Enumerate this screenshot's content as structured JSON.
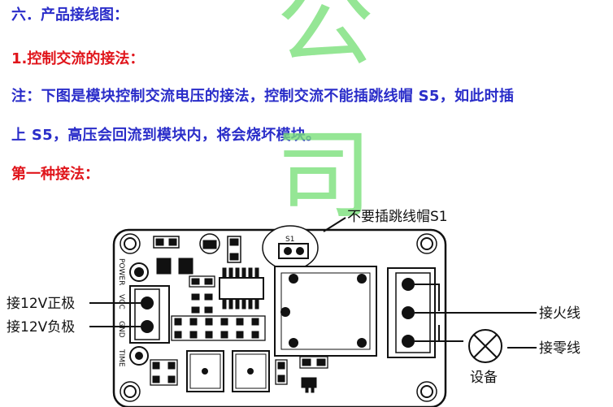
{
  "text": {
    "heading6": "六．产品接线图：",
    "subheading": "1.控制交流的接法：",
    "note_line1": "注：下图是模块控制交流电压的接法，控制交流不能插跳线帽 S5，如此时插",
    "note_line2": "上 S5，高压会回流到模块内，将会烧坏模块。",
    "method1": "第一种接法："
  },
  "watermark": {
    "char1": "公",
    "char2": "司"
  },
  "diagram": {
    "callout_top": "不要插跳线帽S1",
    "jumper_label": "S1",
    "left_label_pos": "接12V正极",
    "left_label_neg": "接12V负极",
    "right_label_fire": "接火线",
    "right_label_zero": "接零线",
    "device_label": "设备",
    "silk_power": "POWER",
    "silk_vcc": "VCC",
    "silk_gnd": "GND",
    "silk_time": "TIME"
  },
  "colors": {
    "blue_text": "#2a2dc9",
    "red_text": "#e0151b",
    "watermark": "#7be07b"
  }
}
